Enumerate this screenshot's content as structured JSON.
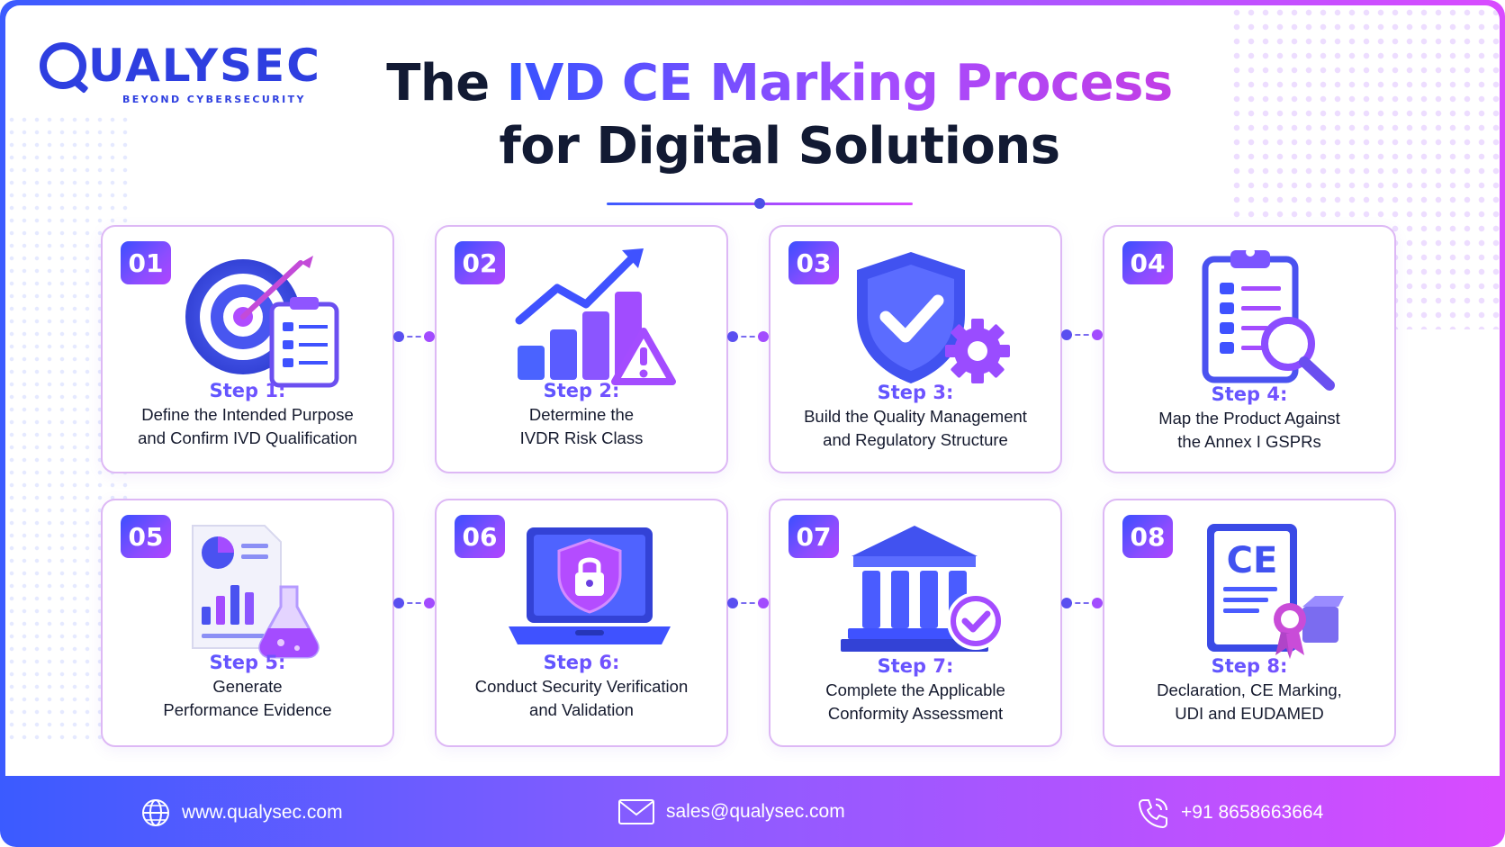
{
  "brand": {
    "name": "QUALYSEC",
    "name_rest": "UALYSEC",
    "tagline": "BEYOND CYBERSECURITY"
  },
  "title": {
    "prefix": "The ",
    "highlight": "IVD CE Marking Process",
    "line2": "for Digital Solutions"
  },
  "colors": {
    "primary": "#3b5bff",
    "accent": "#a24cff",
    "magenta": "#d94bff",
    "text": "#121a33"
  },
  "steps": [
    {
      "num": "01",
      "label": "Step 1:",
      "line1": "Define the Intended Purpose",
      "line2": "and Confirm IVD Qualification",
      "icon": "target-checklist-icon"
    },
    {
      "num": "02",
      "label": "Step 2:",
      "line1": "Determine the",
      "line2": "IVDR Risk Class",
      "icon": "chart-warning-icon"
    },
    {
      "num": "03",
      "label": "Step 3:",
      "line1": "Build the Quality Management",
      "line2": "and Regulatory Structure",
      "icon": "shield-gear-icon"
    },
    {
      "num": "04",
      "label": "Step 4:",
      "line1": "Map the Product Against",
      "line2": "the Annex I GSPRs",
      "icon": "clipboard-magnifier-icon"
    },
    {
      "num": "05",
      "label": "Step 5:",
      "line1": "Generate",
      "line2": "Performance Evidence",
      "icon": "report-flask-icon"
    },
    {
      "num": "06",
      "label": "Step 6:",
      "line1": "Conduct Security Verification",
      "line2": "and Validation",
      "icon": "laptop-lock-icon"
    },
    {
      "num": "07",
      "label": "Step 7:",
      "line1": "Complete the Applicable",
      "line2": "Conformity Assessment",
      "icon": "institution-check-icon"
    },
    {
      "num": "08",
      "label": "Step 8:",
      "line1": "Declaration, CE Marking,",
      "line2": "UDI and EUDAMED",
      "icon": "ce-certificate-icon"
    }
  ],
  "footer": {
    "website": "www.qualysec.com",
    "email": "sales@qualysec.com",
    "phone": "+91 8658663664"
  }
}
